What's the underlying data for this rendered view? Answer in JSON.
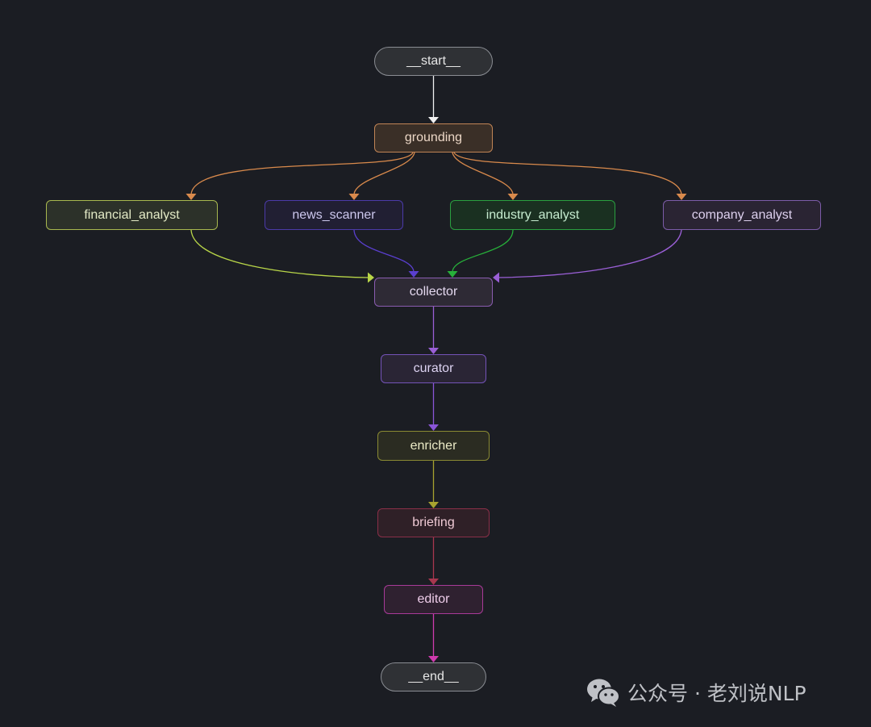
{
  "graph": {
    "nodes": [
      {
        "id": "start",
        "label": "__start__",
        "shape": "pill",
        "border": "#8a8d93",
        "fill": "#2f3135",
        "text": "#e6e6e6"
      },
      {
        "id": "grounding",
        "label": "grounding",
        "shape": "rect",
        "border": "#c08455",
        "fill": "#3a2f27",
        "text": "#ecd7c6"
      },
      {
        "id": "financial_analyst",
        "label": "financial_analyst",
        "shape": "rect",
        "border": "#a8b84f",
        "fill": "#2c3129",
        "text": "#e4ebc7"
      },
      {
        "id": "news_scanner",
        "label": "news_scanner",
        "shape": "rect",
        "border": "#4b3aa8",
        "fill": "#211f33",
        "text": "#cdc8ee"
      },
      {
        "id": "industry_analyst",
        "label": "industry_analyst",
        "shape": "rect",
        "border": "#2aa040",
        "fill": "#1a3021",
        "text": "#c6ecd0"
      },
      {
        "id": "company_analyst",
        "label": "company_analyst",
        "shape": "rect",
        "border": "#7c5ca8",
        "fill": "#2a2433",
        "text": "#ddd0ee"
      },
      {
        "id": "collector",
        "label": "collector",
        "shape": "rect",
        "border": "#8a5cb0",
        "fill": "#2e2a35",
        "text": "#e4d8ef"
      },
      {
        "id": "curator",
        "label": "curator",
        "shape": "rect",
        "border": "#7453b8",
        "fill": "#2a2535",
        "text": "#ddd3f2"
      },
      {
        "id": "enricher",
        "label": "enricher",
        "shape": "rect",
        "border": "#8a8a33",
        "fill": "#2b2c22",
        "text": "#ecebc7"
      },
      {
        "id": "briefing",
        "label": "briefing",
        "shape": "rect",
        "border": "#8a2f48",
        "fill": "#2f2027",
        "text": "#eec9d4"
      },
      {
        "id": "editor",
        "label": "editor",
        "shape": "rect",
        "border": "#a83a98",
        "fill": "#2f2130",
        "text": "#efcdea"
      },
      {
        "id": "end",
        "label": "__end__",
        "shape": "pill",
        "border": "#8a8d93",
        "fill": "#2f3135",
        "text": "#e6e6e6"
      }
    ],
    "edges": [
      {
        "from": "start",
        "to": "grounding",
        "color": "#f0f0f0"
      },
      {
        "from": "grounding",
        "to": "financial_analyst",
        "color": "#d98a4c"
      },
      {
        "from": "grounding",
        "to": "news_scanner",
        "color": "#d98a4c"
      },
      {
        "from": "grounding",
        "to": "industry_analyst",
        "color": "#d98a4c"
      },
      {
        "from": "grounding",
        "to": "company_analyst",
        "color": "#d98a4c"
      },
      {
        "from": "financial_analyst",
        "to": "collector",
        "color": "#b8d548"
      },
      {
        "from": "news_scanner",
        "to": "collector",
        "color": "#5a3fcf"
      },
      {
        "from": "industry_analyst",
        "to": "collector",
        "color": "#27b03a"
      },
      {
        "from": "company_analyst",
        "to": "collector",
        "color": "#9a5fd6"
      },
      {
        "from": "collector",
        "to": "curator",
        "color": "#9a5fd6"
      },
      {
        "from": "curator",
        "to": "enricher",
        "color": "#8a55d8"
      },
      {
        "from": "enricher",
        "to": "briefing",
        "color": "#a7a22f"
      },
      {
        "from": "briefing",
        "to": "editor",
        "color": "#a8374f"
      },
      {
        "from": "editor",
        "to": "end",
        "color": "#cf3aae"
      }
    ]
  },
  "watermark": {
    "text": "公众号 · 老刘说NLP",
    "icon": "wechat-icon"
  }
}
